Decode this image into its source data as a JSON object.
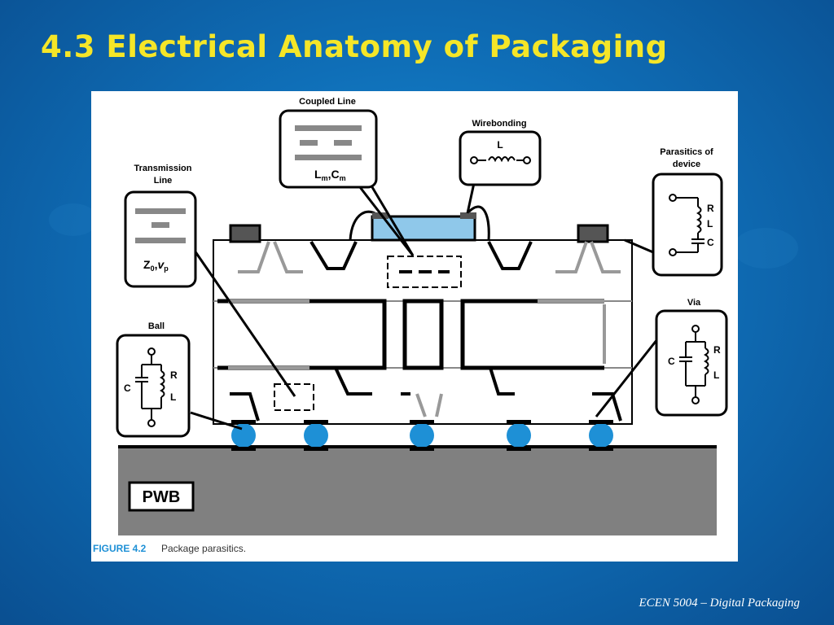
{
  "slide": {
    "title": "4.3 Electrical Anatomy of Packaging",
    "footer": "ECEN 5004 – Digital Packaging"
  },
  "figure": {
    "callouts": {
      "coupled_line": "Coupled Line",
      "wirebonding": "Wirebonding",
      "transmission_line_1": "Transmission",
      "transmission_line_2": "Line",
      "parasitics_1": "Parasitics of",
      "parasitics_2": "device",
      "ball": "Ball",
      "via": "Via"
    },
    "symbols": {
      "L": "L",
      "R": "R",
      "C": "C",
      "Lm": "L",
      "m": "m",
      "Cm": "C",
      "Z": "Z",
      "zero": "0",
      "v": "v",
      "p": "p",
      "comma": ","
    },
    "pwb_label": "PWB",
    "caption_number": "FIGURE 4.2",
    "caption_text": "Package parasitics."
  },
  "colors": {
    "title": "#f5e628",
    "ball": "#1e90d6",
    "die": "#8fc8ea",
    "board": "#808080"
  }
}
